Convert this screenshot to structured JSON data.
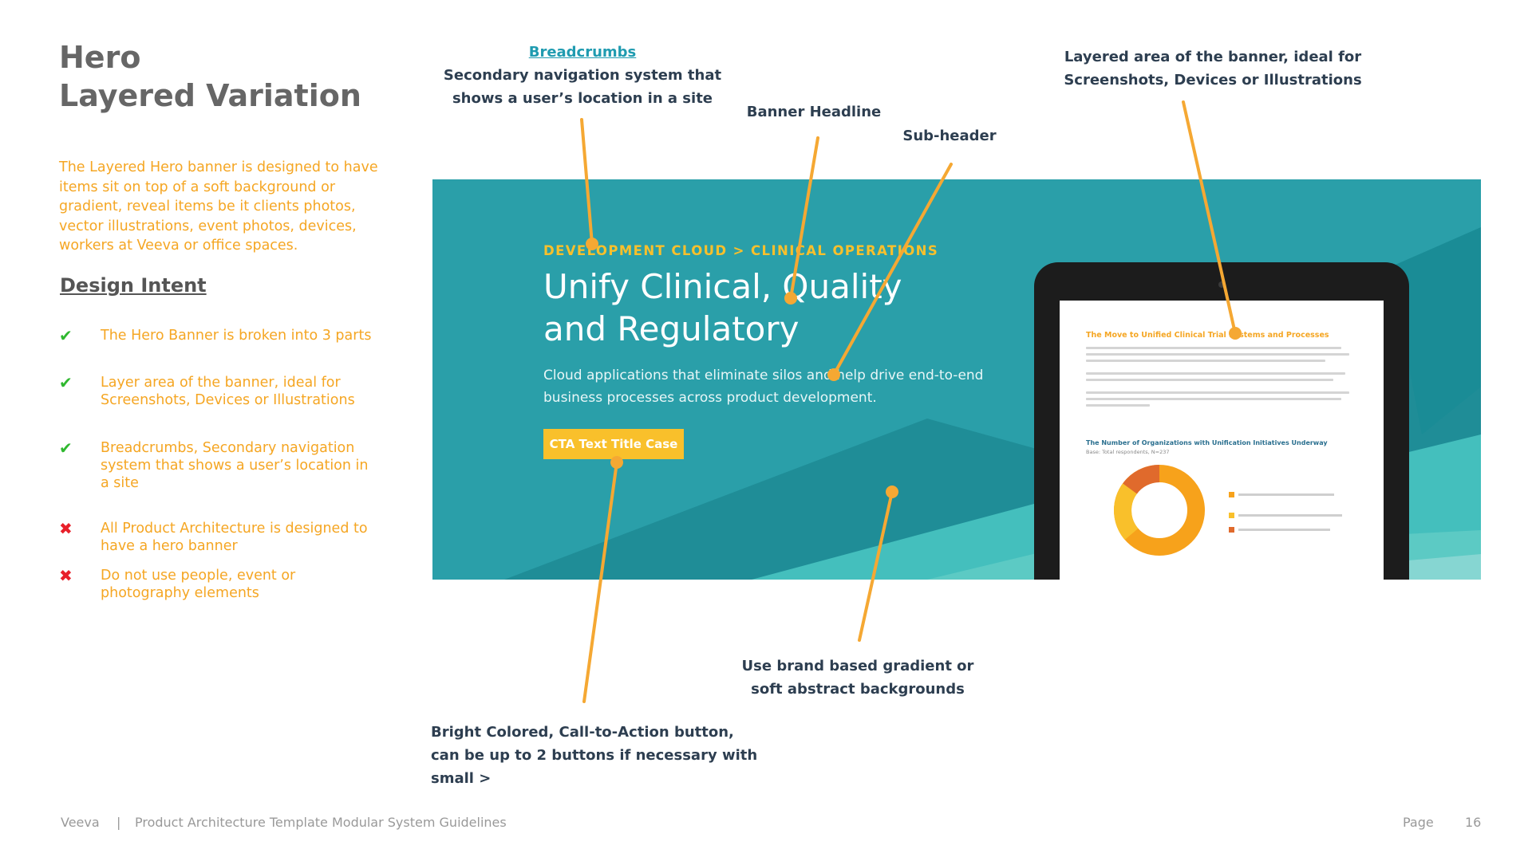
{
  "page": {
    "title_line1": "Hero",
    "title_line2": "Layered Variation",
    "intro": "The Layered Hero banner is designed to have items sit on top of a soft background or gradient, reveal items be it clients photos, vector illustrations, event photos, devices, workers at Veeva or office spaces.",
    "design_intent_heading": "Design Intent",
    "bullets": [
      {
        "type": "check",
        "mark": "✔",
        "text": "The Hero Banner is broken into 3 parts"
      },
      {
        "type": "check",
        "mark": "✔",
        "text": "Layer area of the banner, ideal for Screenshots, Devices or Illustrations"
      },
      {
        "type": "check",
        "mark": "✔",
        "text": "Breadcrumbs, Secondary navigation system that shows a user’s location in a site"
      },
      {
        "type": "cross",
        "mark": "✖",
        "text": "All Product Architecture is designed to have a hero banner"
      },
      {
        "type": "cross",
        "mark": "✖",
        "text": "Do not use people, event or photography elements"
      }
    ]
  },
  "annotations": {
    "breadcrumbs_link": "Breadcrumbs",
    "breadcrumbs_text": "Secondary navigation system that shows a user’s location in a site",
    "banner_headline": "Banner Headline",
    "sub_header": "Sub-header",
    "layered_area": "Layered area of the banner, ideal for Screenshots, Devices or Illustrations",
    "gradient_note": "Use brand based gradient or soft abstract backgrounds",
    "cta_note": "Bright Colored, Call-to-Action button, can be up to 2 buttons if necessary with small >"
  },
  "banner": {
    "breadcrumb": "DEVELOPMENT CLOUD > CLINICAL OPERATIONS",
    "headline_line1": "Unify Clinical, Quality",
    "headline_line2": "and Regulatory",
    "subheader": "Cloud applications that eliminate silos and help drive end-to-end business processes across product development.",
    "cta_label": "CTA Text Title Case",
    "tablet": {
      "doc_title": "The Move to Unified Clinical Trial Systems and Processes",
      "chart_title": "The Number of Organizations with Unification Initiatives Underway",
      "chart_sub": "Base: Total respondents, N=237"
    }
  },
  "footer": {
    "brand": "Veeva",
    "separator": "|",
    "doc_name": "Product Architecture Template Modular System Guidelines",
    "page_label": "Page",
    "page_number": "16"
  },
  "colors": {
    "accent_orange": "#f5a623",
    "banner_teal": "#2a9fa9",
    "cta_yellow": "#f9c02b",
    "check_green": "#2fb82f",
    "cross_red": "#e8202a",
    "annotation_text": "#2d3e50"
  }
}
